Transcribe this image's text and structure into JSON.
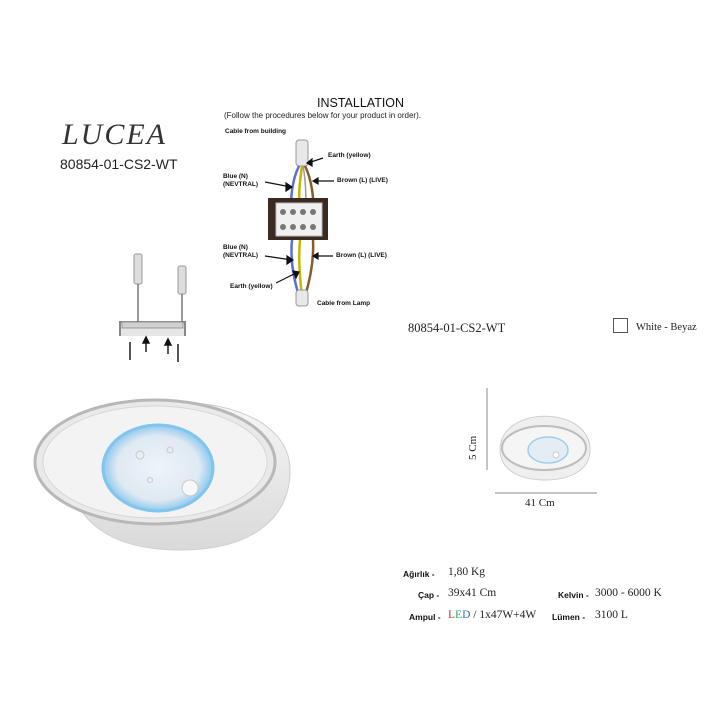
{
  "product": {
    "brand": "LUCEA",
    "code": "80854-01-CS2-WT"
  },
  "installation": {
    "title": "INSTALLATION",
    "subtitle": "(Follow the procedures below for your product in order).",
    "labels": {
      "cable_building": "Cable from building",
      "earth_top": "Earth (yellow)",
      "blue_top_1": "Blue (N)",
      "blue_top_2": "(NEVTRAL)",
      "brown_top": "Brown (L) (LIVE)",
      "blue_bottom_1": "Blue (N)",
      "blue_bottom_2": "(NEVTRAL)",
      "brown_bottom": "Brown (L) (LIVE)",
      "earth_bottom": "Earth (yellow)",
      "cable_lamp": "Cable from Lamp"
    },
    "wire_colors": {
      "blue": "#5b6fd6",
      "brown": "#8b5a2b",
      "earth": "#c8b400",
      "grey": "#9a9a9a"
    }
  },
  "color_option": {
    "code": "80854-01-CS2-WT",
    "label": "White - Beyaz"
  },
  "dimensions": {
    "height": "5 Cm",
    "width": "41 Cm"
  },
  "specs": {
    "weight_label": "Ağırlık -",
    "weight_value": "1,80 Kg",
    "diameter_label": "Çap -",
    "diameter_value": "39x41 Cm",
    "kelvin_label": "Kelvin -",
    "kelvin_value": "3000 - 6000 K",
    "bulb_label": "Ampul -",
    "bulb_led_1": "L",
    "bulb_led_2": "E",
    "bulb_led_3": "D",
    "bulb_value": " / 1x47W+4W",
    "lumen_label": "Lümen -",
    "lumen_value": "3100 L"
  }
}
